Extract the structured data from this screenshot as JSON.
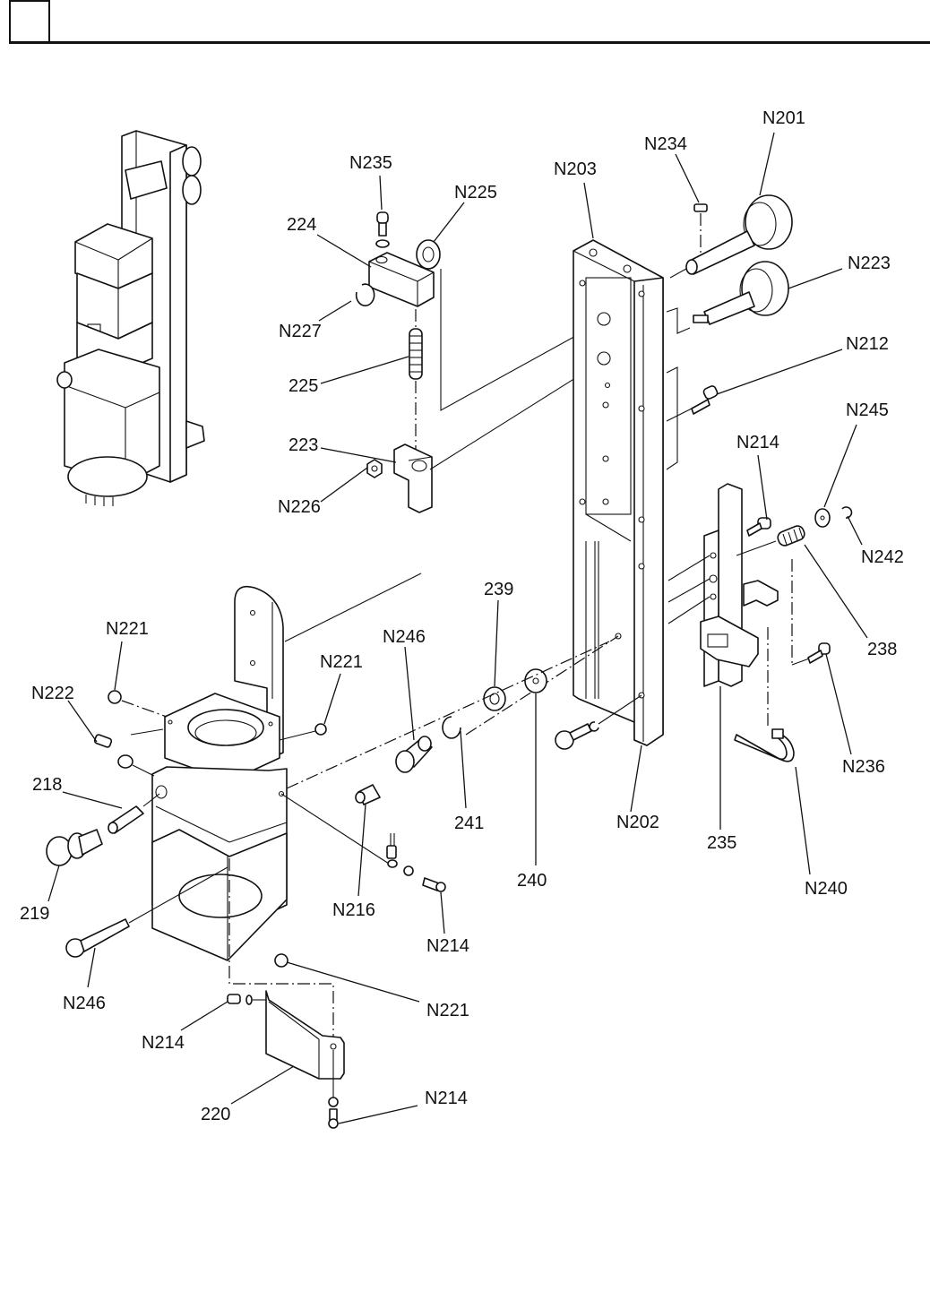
{
  "page": {
    "header_box_text": "",
    "background": "#ffffff",
    "line_color": "#111111"
  },
  "diagram": {
    "type": "exploded-parts-view",
    "overview_figure": "assembled-unit-isometric",
    "callouts": [
      {
        "id": "c1",
        "label": "N235",
        "part": "screw"
      },
      {
        "id": "c2",
        "label": "N225",
        "part": "washer"
      },
      {
        "id": "c3",
        "label": "224",
        "part": "block"
      },
      {
        "id": "c4",
        "label": "N227",
        "part": "retaining-ring"
      },
      {
        "id": "c5",
        "label": "225",
        "part": "spring"
      },
      {
        "id": "c6",
        "label": "223",
        "part": "bracket"
      },
      {
        "id": "c7",
        "label": "N226",
        "part": "nut"
      },
      {
        "id": "c8",
        "label": "N203",
        "part": "rail-top"
      },
      {
        "id": "c9",
        "label": "N234",
        "part": "key"
      },
      {
        "id": "c10",
        "label": "N201",
        "part": "roller-shaft"
      },
      {
        "id": "c11",
        "label": "N223",
        "part": "roller-shaft"
      },
      {
        "id": "c12",
        "label": "N212",
        "part": "screw"
      },
      {
        "id": "c13",
        "label": "N245",
        "part": "washer"
      },
      {
        "id": "c14",
        "label": "N214",
        "part": "screw"
      },
      {
        "id": "c15",
        "label": "N242",
        "part": "e-ring"
      },
      {
        "id": "c16",
        "label": "238",
        "part": "spring"
      },
      {
        "id": "c17",
        "label": "N236",
        "part": "screw"
      },
      {
        "id": "c18",
        "label": "235",
        "part": "bracket"
      },
      {
        "id": "c19",
        "label": "N240",
        "part": "cable-tie"
      },
      {
        "id": "c20",
        "label": "N202",
        "part": "rail-bottom"
      },
      {
        "id": "c21",
        "label": "239",
        "part": "washer"
      },
      {
        "id": "c22",
        "label": "240",
        "part": "washer"
      },
      {
        "id": "c23",
        "label": "241",
        "part": "retaining-ring"
      },
      {
        "id": "c24",
        "label": "N246",
        "part": "bushing"
      },
      {
        "id": "c25",
        "label": "N221",
        "part": "ball"
      },
      {
        "id": "c26",
        "label": "N221",
        "part": "ball"
      },
      {
        "id": "c27",
        "label": "N222",
        "part": "set-screw"
      },
      {
        "id": "c28",
        "label": "218",
        "part": "pin"
      },
      {
        "id": "c29",
        "label": "219",
        "part": "knob"
      },
      {
        "id": "c30",
        "label": "N216",
        "part": "fitting"
      },
      {
        "id": "c31",
        "label": "N214",
        "part": "screw"
      },
      {
        "id": "c32",
        "label": "N246",
        "part": "shoulder-bolt"
      },
      {
        "id": "c33",
        "label": "N221",
        "part": "ball"
      },
      {
        "id": "c34",
        "label": "N214",
        "part": "screw"
      },
      {
        "id": "c35",
        "label": "220",
        "part": "cover-plate"
      },
      {
        "id": "c36",
        "label": "N214",
        "part": "screw"
      }
    ]
  }
}
